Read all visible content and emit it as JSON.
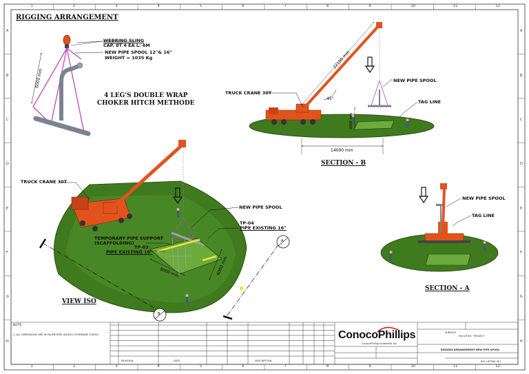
{
  "title": "RIGGING ARRANGEMENT",
  "methode_title": [
    "4 LEG'S DOUBLE WRAP",
    "CHOKER HITCH METHODE"
  ],
  "rigging_detail": {
    "sling_title": "WEBRING SLING",
    "sling_capacity": "CAP. 8T 4 EA L: 6M",
    "spool_label": "NEW PIPE SPOOL 12\"& 16\"",
    "spool_weight": "WEIGHT = 1035 Kg",
    "height_dim": "6000 mm"
  },
  "section_b": {
    "title": "SECTION - B",
    "crane_label": "TRUCK CRANE 30T",
    "boom_length": "22100 mm",
    "boom_angle": "45°",
    "spool_label": "NEW PIPE SPOOL",
    "tagline_label": "TAG LINE",
    "height_dim": "2000 mm",
    "width_dim": "14000 mm"
  },
  "section_a": {
    "title": "SECTION - A",
    "spool_label": "NEW PIPE SPOOL",
    "tagline_label": "TAG LINE"
  },
  "view_iso": {
    "title": "VIEW ISO",
    "crane_label": "TRUCK CRANE 30T",
    "spool_label": "NEW PIPE SPOOL",
    "temp_support_label": [
      "TEMPORARY PIPE SUPPORT",
      "(SCAFFOLDING)"
    ],
    "tp03_label": [
      "TP-03",
      "PIPE EXISTING 16\""
    ],
    "tp04_label": [
      "TP-04",
      "PIPE EXISTING 16\""
    ],
    "dim_8000": "8000 mm",
    "dim_6000": "6000 mm",
    "marker_a": "A",
    "marker_b": "B"
  },
  "grid": {
    "columns": [
      "1",
      "2",
      "3",
      "4",
      "5",
      "6",
      "7",
      "8",
      "9",
      "10",
      "11",
      "12"
    ],
    "rows": [
      "A",
      "B",
      "C",
      "D",
      "E",
      "F",
      "G",
      "H"
    ]
  },
  "title_block": {
    "note_title": "NOTE",
    "note_text": "1.   ALL DIMENSIONS ARE IN MILIMETERS UNLESS OTHERWISE STATED",
    "company": "ConocoPhillips",
    "company_sub": "ConocoPhillips Indonesia Inc",
    "project_lines": [
      "SURFACE",
      "FACILITIES",
      "PROJECT"
    ],
    "drawing_title": "RIGGING ARRANGEMENT NEW PIPE SPOOL",
    "drawing_no": "RIG-LIFTING-001",
    "revision_heading": "REVISION",
    "date_heading": "DATE",
    "description_heading": "DESCRIPTION"
  },
  "colors": {
    "grass": "#3f7a1e",
    "grass_light": "#6cab3c",
    "crane": "#e2531c",
    "sling": "#c246b8",
    "brand_red": "#d5201a"
  }
}
